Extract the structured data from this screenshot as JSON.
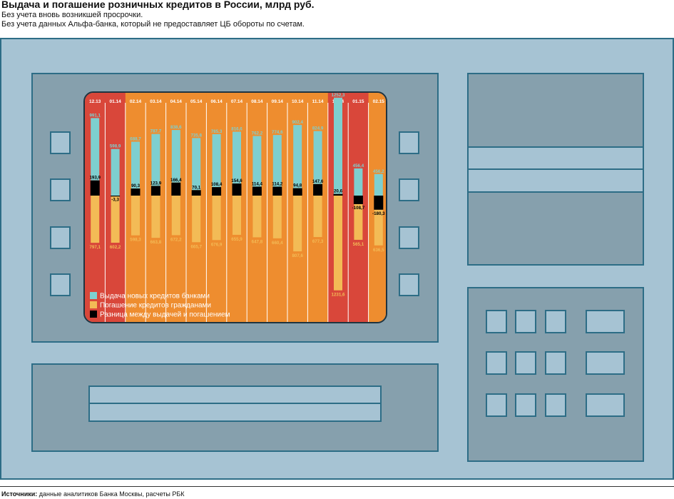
{
  "header": {
    "title": "Выдача и погашение розничных кредитов в России, млрд руб.",
    "subtitle1": "Без учета вновь возникшей просрочки.",
    "subtitle2": "Без учета данных Альфа-банка, который не предоставляет ЦБ обороты по счетам."
  },
  "footer": {
    "label": "Источники:",
    "text": " данные аналитиков Банка Москвы, расчеты РБК"
  },
  "colors": {
    "issued": "#7ecfcf",
    "repaid": "#f3bb56",
    "diff": "#000000",
    "bg_red": "#d9473a",
    "bg_orange": "#ee8d2f"
  },
  "chart_data": {
    "type": "bar",
    "categories": [
      "12.13",
      "01.14",
      "02.14",
      "03.14",
      "04.14",
      "05.14",
      "06.14",
      "07.14",
      "08.14",
      "09.14",
      "10.14",
      "11.14",
      "12.14",
      "01.15",
      "02.15"
    ],
    "category_backgrounds": [
      "red",
      "red",
      "orange",
      "orange",
      "orange",
      "orange",
      "orange",
      "orange",
      "orange",
      "orange",
      "orange",
      "orange",
      "red",
      "red",
      "orange"
    ],
    "series": [
      {
        "name": "Выдача новых кредитов банками",
        "values": [
          991.1,
          598.9,
          688.7,
          787.7,
          838.6,
          735.8,
          785.3,
          816.6,
          762.2,
          774.6,
          902.4,
          824.9,
          1252.3,
          456.4,
          456.2
        ],
        "labels": [
          "991,1",
          "598,9",
          "688,7",
          "787,7",
          "838,6",
          "735,8",
          "785,3",
          "816,6",
          "762,2",
          "774,6",
          "902,4",
          "824,9",
          "1252,3",
          "456,4",
          "456,2"
        ]
      },
      {
        "name": "Погашение кредитов гражданами",
        "values": [
          797.1,
          602.2,
          598.3,
          663.8,
          672.2,
          665.7,
          676.9,
          655.9,
          647.8,
          660.4,
          807.6,
          677.3,
          1231.6,
          565.1,
          636.5
        ],
        "labels": [
          "797,1",
          "602,2",
          "598,3",
          "663,8",
          "672,2",
          "665,7",
          "676,9",
          "655,9",
          "647,8",
          "660,4",
          "807,6",
          "677,3",
          "1231,6",
          "565,1",
          "636,5"
        ]
      },
      {
        "name": "Разница между выдачей и погашением",
        "values": [
          193.9,
          -3.3,
          90.3,
          123.9,
          166.4,
          70.1,
          108.4,
          154.6,
          114.4,
          114.2,
          94.8,
          147.6,
          20.6,
          -108.7,
          -180.3
        ],
        "labels": [
          "193,9",
          "-3,3",
          "90,3",
          "123,9",
          "166,4",
          "70,1",
          "108,4",
          "154,6",
          "114,4",
          "114,2",
          "94,8",
          "147,6",
          "20,6",
          "-108,7",
          "-180,3"
        ]
      }
    ]
  }
}
